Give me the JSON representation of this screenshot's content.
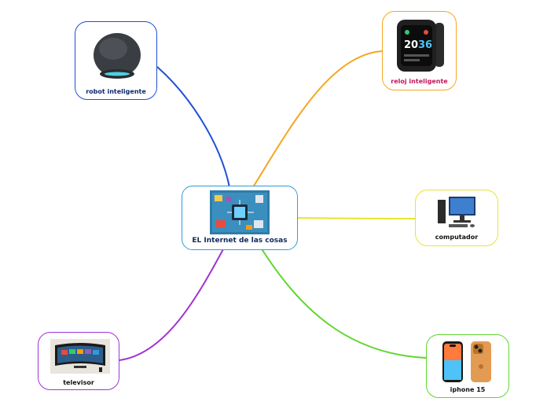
{
  "center": {
    "label": "EL Internet de las cosas",
    "color": "#2b9fd9"
  },
  "nodes": [
    {
      "id": "robot",
      "label": "robot inteligente",
      "color": "#1f4fd6",
      "label_color": "#0f2a6b"
    },
    {
      "id": "reloj",
      "label": "reloj inteligente",
      "color": "#f5a623",
      "label_color": "#c2185b"
    },
    {
      "id": "computador",
      "label": "computador",
      "color": "#e6e62e",
      "label_color": "#111111"
    },
    {
      "id": "iphone",
      "label": "iphone 15",
      "color": "#5fd62e",
      "label_color": "#111111"
    },
    {
      "id": "televisor",
      "label": "televisor",
      "color": "#a033d6",
      "label_color": "#111111"
    }
  ],
  "watch": {
    "time_h": "20",
    "time_m": "36"
  }
}
